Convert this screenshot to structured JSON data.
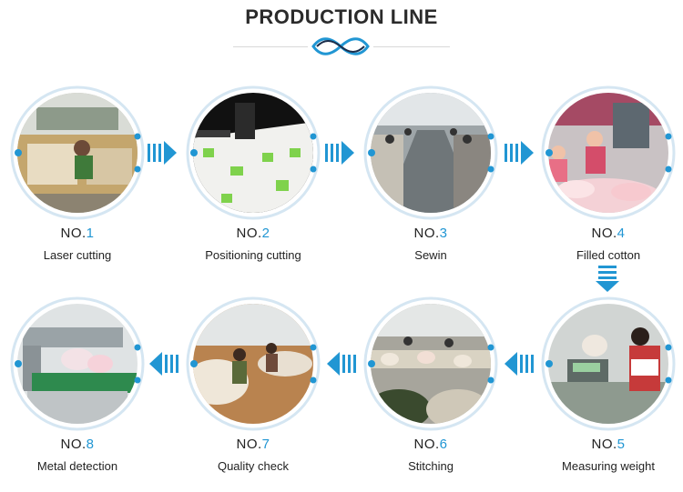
{
  "title": "PRODUCTION LINE",
  "steps": [
    {
      "prefix": "NO.",
      "number": "1",
      "label": "Laser cutting"
    },
    {
      "prefix": "NO.",
      "number": "2",
      "label": "Positioning cutting"
    },
    {
      "prefix": "NO.",
      "number": "3",
      "label": "Sewin"
    },
    {
      "prefix": "NO.",
      "number": "4",
      "label": "Filled cotton"
    },
    {
      "prefix": "NO.",
      "number": "5",
      "label": "Measuring weight"
    },
    {
      "prefix": "NO.",
      "number": "6",
      "label": "Stitching"
    },
    {
      "prefix": "NO.",
      "number": "7",
      "label": "Quality check"
    },
    {
      "prefix": "NO.",
      "number": "8",
      "label": "Metal detection"
    }
  ],
  "colors": {
    "accent": "#2196d3",
    "text": "#222222",
    "ring": "#d5e6f2"
  }
}
